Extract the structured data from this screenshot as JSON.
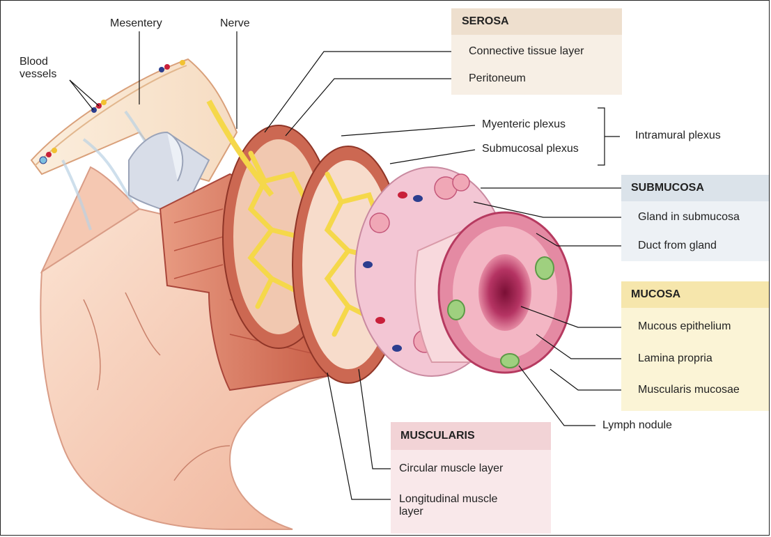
{
  "labels": {
    "mesentery": "Mesentery",
    "nerve": "Nerve",
    "blood_vessels": "Blood\nvessels",
    "myenteric_plexus": "Myenteric plexus",
    "submucosal_plexus": "Submucosal plexus",
    "intramural_plexus": "Intramural plexus",
    "lymph_nodule": "Lymph nodule"
  },
  "serosa": {
    "title": "SEROSA",
    "items": [
      "Connective tissue layer",
      "Peritoneum"
    ],
    "color_header": "#eedfce",
    "color_body": "#f7efe5"
  },
  "submucosa": {
    "title": "SUBMUCOSA",
    "items": [
      "Gland in submucosa",
      "Duct from gland"
    ],
    "color_header": "#dbe3ea",
    "color_body": "#edf1f5"
  },
  "mucosa": {
    "title": "MUCOSA",
    "items": [
      "Mucous epithelium",
      "Lamina propria",
      "Muscularis mucosae"
    ],
    "color_header": "#f6e6ac",
    "color_body": "#fbf4d6"
  },
  "muscularis": {
    "title": "MUSCULARIS",
    "items": [
      "Circular muscle layer",
      "Longitudinal muscle\nlayer"
    ],
    "color_header": "#f2d3d6",
    "color_body": "#f9e8ea"
  },
  "colors": {
    "skin": "#f6c9b2",
    "muscle": "#d9735a",
    "nerve_yellow": "#f5d84a",
    "submucosa_pink": "#f3c6d4",
    "mucosa_red": "#c8476a"
  }
}
